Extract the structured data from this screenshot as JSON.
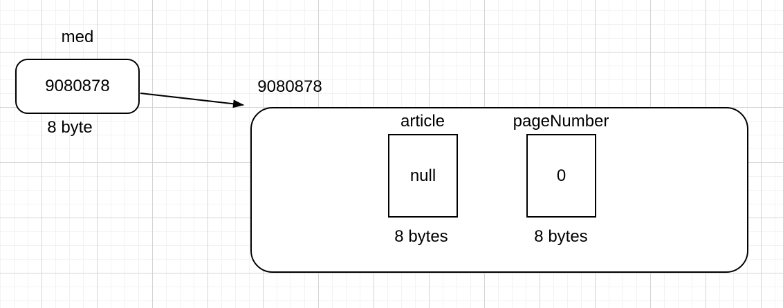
{
  "canvas": {
    "background": "#ffffff",
    "grid_minor_color": "#f2f2f2",
    "grid_major_color": "#d4d4d4",
    "stroke_color": "#000000",
    "text_color": "#000000"
  },
  "pointer_var": {
    "name": "med",
    "value": "9080878",
    "size_label": "8 byte"
  },
  "heap_object": {
    "address": "9080878",
    "fields": [
      {
        "name": "article",
        "value": "null",
        "size_label": "8 bytes"
      },
      {
        "name": "pageNumber",
        "value": "0",
        "size_label": "8 bytes"
      }
    ]
  }
}
